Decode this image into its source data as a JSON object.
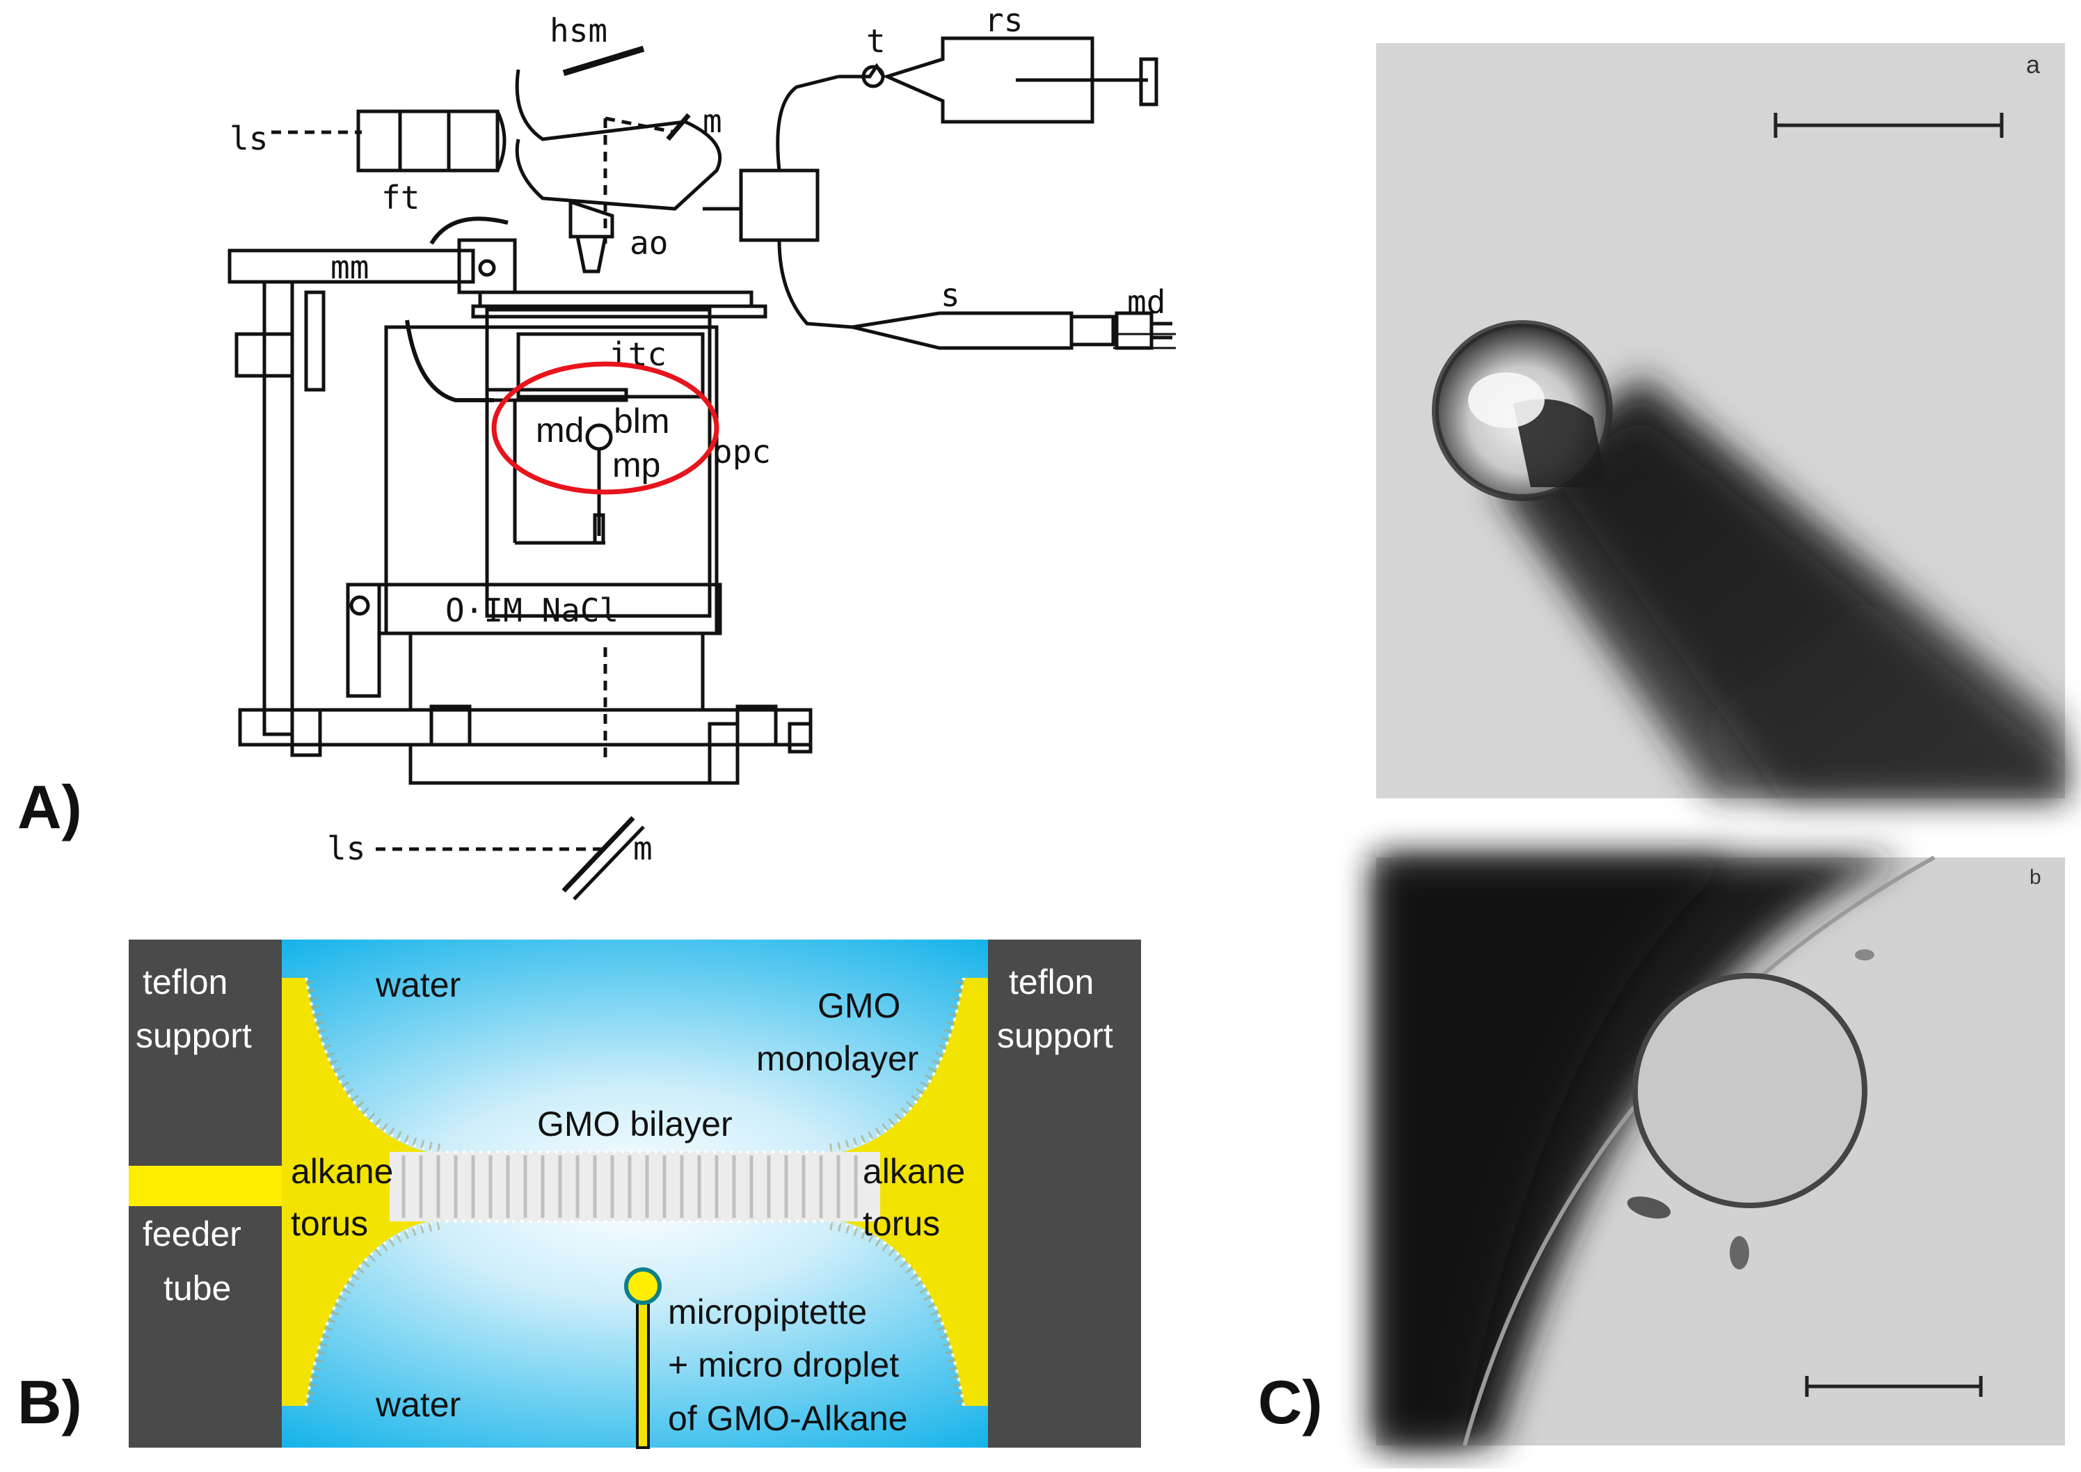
{
  "panel_a": {
    "letter": "A)",
    "labels": {
      "ls_top": "ls",
      "hsm": "hsm",
      "m_top": "m",
      "rs": "rs",
      "t": "t",
      "ft": "ft",
      "mm": "mm",
      "ao": "ao",
      "s": "s",
      "md_right": "md",
      "itc": "itc",
      "md": "md",
      "blm": "blm",
      "mp": "mp",
      "opc": "opc",
      "nacl": "O·IM NaCl",
      "ls_bottom": "ls",
      "m_bottom": "m"
    },
    "highlight_color": "#e8141c"
  },
  "panel_b": {
    "letter": "B)",
    "labels": {
      "teflon_left_1": "teflon",
      "teflon_left_2": "support",
      "teflon_right_1": "teflon",
      "teflon_right_2": "support",
      "water_top": "water",
      "water_bottom": "water",
      "gmo_mono_1": "GMO",
      "gmo_mono_2": "monolayer",
      "gmo_bilayer": "GMO bilayer",
      "alkane_left_1": "alkane",
      "alkane_left_2": "torus",
      "alkane_right_1": "alkane",
      "alkane_right_2": "torus",
      "feeder_1": "feeder",
      "feeder_2": "tube",
      "pipette_1": "micropiptette",
      "pipette_2": "+ micro droplet",
      "pipette_3": "of GMO-Alkane"
    },
    "colors": {
      "water": "#18b4ea",
      "teflon": "#4a4a4a",
      "alkane": "#f2e300",
      "feeder": "#ffee00"
    }
  },
  "panel_c": {
    "letter": "C)",
    "photo_a_tag": "a",
    "photo_b_tag": "b"
  }
}
